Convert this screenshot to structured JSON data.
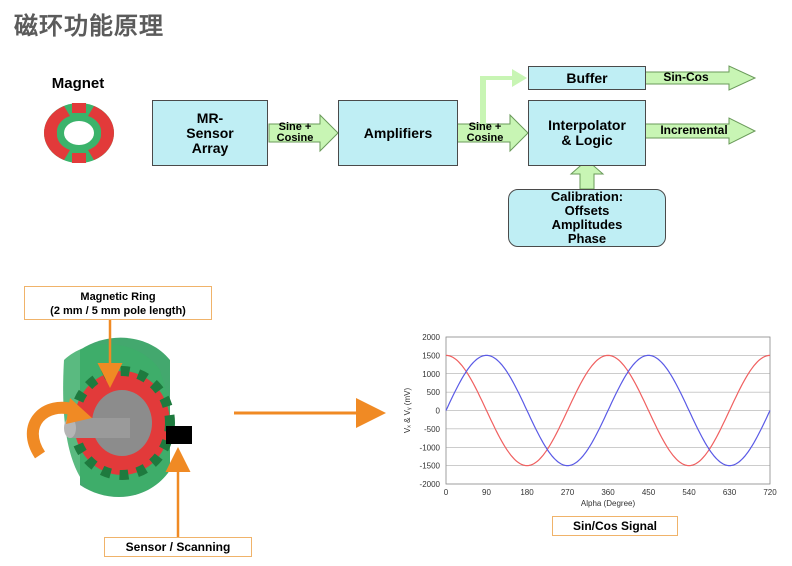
{
  "title": "磁环功能原理",
  "magnet_label": "Magnet",
  "blocks": {
    "mr_sensor": "MR-\nSensor\nArray",
    "amplifiers": "Amplifiers",
    "buffer": "Buffer",
    "interpolator": "Interpolator\n& Logic",
    "calibration": "Calibration:\nOffsets\nAmplitudes\nPhase"
  },
  "arrow_labels": {
    "sine_cosine_1": "Sine +\nCosine",
    "sine_cosine_2": "Sine +\nCosine",
    "sin_cos_out": "Sin-Cos",
    "incremental_out": "Incremental"
  },
  "callouts": {
    "magnetic_ring": "Magnetic Ring\n(2 mm / 5 mm pole length)",
    "sensor_scanning": "Sensor / Scanning",
    "signal": "Sin/Cos Signal"
  },
  "colors": {
    "block_fill": "#bfeef4",
    "arrow_green": "#c8f5b4",
    "orange": "#f08a24",
    "sine_red": "#f06060",
    "cosine_blue": "#5a5ae6"
  },
  "chart_data": {
    "type": "line",
    "xlabel": "Alpha (Degree)",
    "ylabel": "Vₓ & Vᵧ (mV)",
    "xlim": [
      0,
      720
    ],
    "ylim": [
      -2000,
      2000
    ],
    "x_ticks": [
      "0",
      "90",
      "180",
      "270",
      "360",
      "450",
      "540",
      "630",
      "720"
    ],
    "y_ticks": [
      "2000",
      "1500",
      "1000",
      "500",
      "0",
      "-500",
      "-1000",
      "-1500",
      "-2000"
    ],
    "grid": true,
    "series": [
      {
        "color": "#f06060",
        "amplitude": 1500,
        "phase_deg": 90
      },
      {
        "color": "#5a5ae6",
        "amplitude": 1500,
        "phase_deg": 0
      }
    ]
  }
}
